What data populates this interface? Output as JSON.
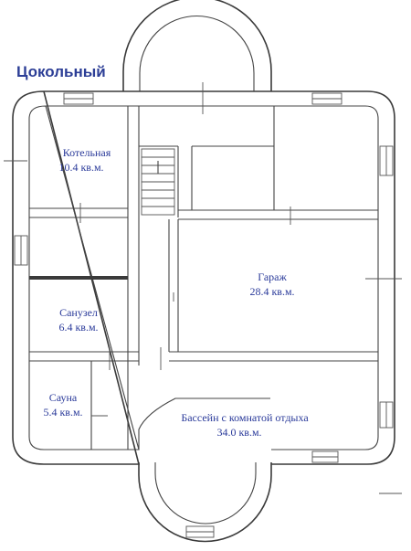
{
  "title": "Цокольный",
  "rooms": {
    "boiler": {
      "name": "Котельная",
      "area": "10.4 кв.м."
    },
    "garage": {
      "name": "Гараж",
      "area": "28.4 кв.м."
    },
    "bathroom": {
      "name": "Санузел",
      "area": "6.4 кв.м."
    },
    "sauna": {
      "name": "Сауна",
      "area": "5.4 кв.м."
    },
    "pool": {
      "name": "Бассейн с комнатой отдыха",
      "area": "34.0 кв.м."
    }
  },
  "colors": {
    "text": "#2a3a9a",
    "title": "#2c3e96",
    "walls": "#3a3a3a"
  }
}
